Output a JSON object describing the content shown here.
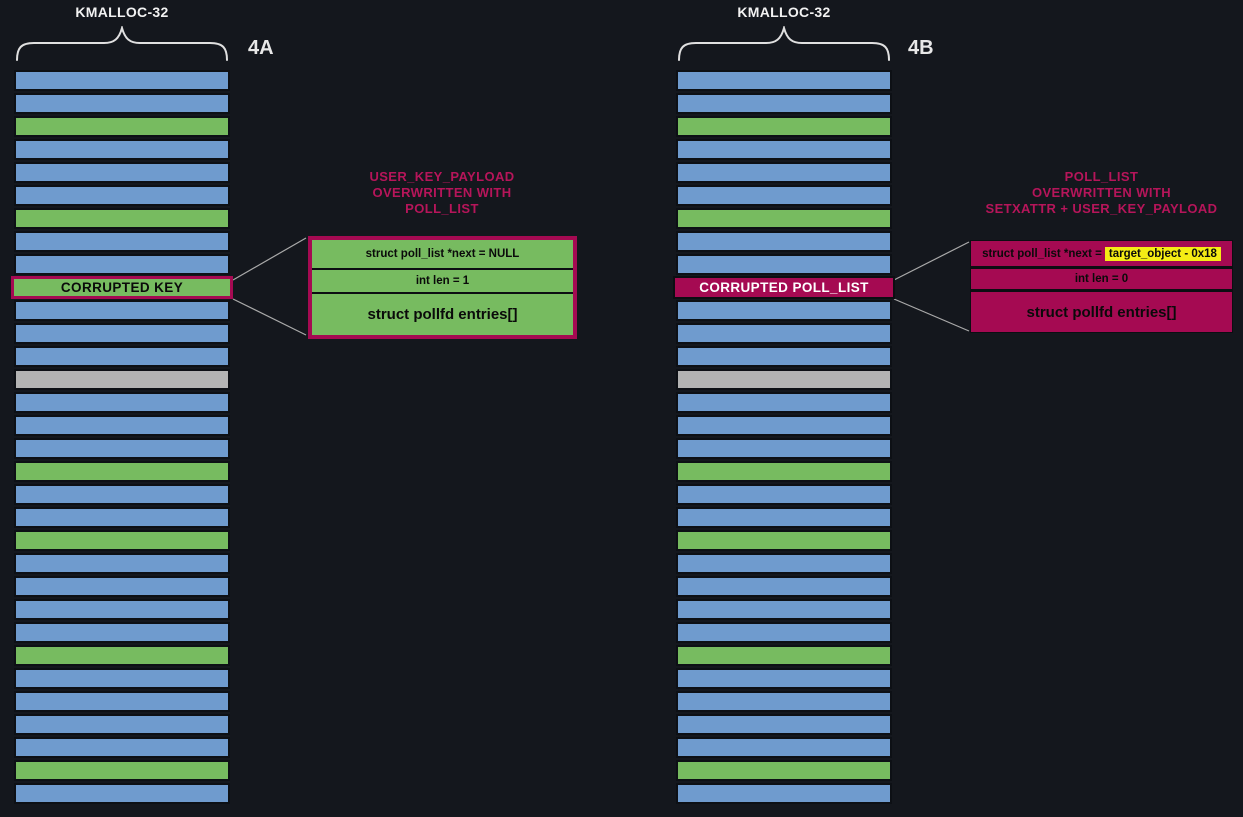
{
  "colors": {
    "background": "#14171d",
    "row_blue": "#6f9bce",
    "row_green": "#77bb60",
    "row_gray": "#b3b3b3",
    "magenta": "#a50a52",
    "title_text": "#b6155a",
    "highlight_yellow": "#f4ec15",
    "connector_gray": "#aaaaaa"
  },
  "panels": [
    {
      "slab_label": "KMALLOC-32",
      "figure_label": "4A",
      "corrupted_row_label": "CORRUPTED KEY",
      "corrupted_row_style": "green-outline",
      "rows": [
        "blue",
        "blue",
        "green",
        "blue",
        "blue",
        "blue",
        "green",
        "blue",
        "blue",
        "corrupted",
        "blue",
        "blue",
        "blue",
        "gray",
        "blue",
        "blue",
        "blue",
        "green",
        "blue",
        "blue",
        "green",
        "blue",
        "blue",
        "blue",
        "blue",
        "green",
        "blue",
        "blue",
        "blue",
        "blue",
        "green",
        "blue"
      ],
      "callout": {
        "title_lines": [
          "USER_KEY_PAYLOAD",
          "OVERWRITTEN WITH",
          "POLL_LIST"
        ],
        "fields": [
          {
            "text": "struct poll_list *next = NULL"
          },
          {
            "text": "int len = 1"
          },
          {
            "text": "struct pollfd entries[]"
          }
        ]
      }
    },
    {
      "slab_label": "KMALLOC-32",
      "figure_label": "4B",
      "corrupted_row_label": "CORRUPTED POLL_LIST",
      "corrupted_row_style": "magenta-fill",
      "rows": [
        "blue",
        "blue",
        "green",
        "blue",
        "blue",
        "blue",
        "green",
        "blue",
        "blue",
        "corrupted",
        "blue",
        "blue",
        "blue",
        "gray",
        "blue",
        "blue",
        "blue",
        "green",
        "blue",
        "blue",
        "green",
        "blue",
        "blue",
        "blue",
        "blue",
        "green",
        "blue",
        "blue",
        "blue",
        "blue",
        "green",
        "blue"
      ],
      "callout": {
        "title_lines": [
          "POLL_LIST",
          "OVERWRITTEN WITH",
          "SETXATTR + USER_KEY_PAYLOAD"
        ],
        "fields": [
          {
            "text": "struct poll_list *next =",
            "highlight": "target_object - 0x18"
          },
          {
            "text": "int len = 0"
          },
          {
            "text": "struct pollfd entries[]"
          }
        ]
      }
    }
  ]
}
